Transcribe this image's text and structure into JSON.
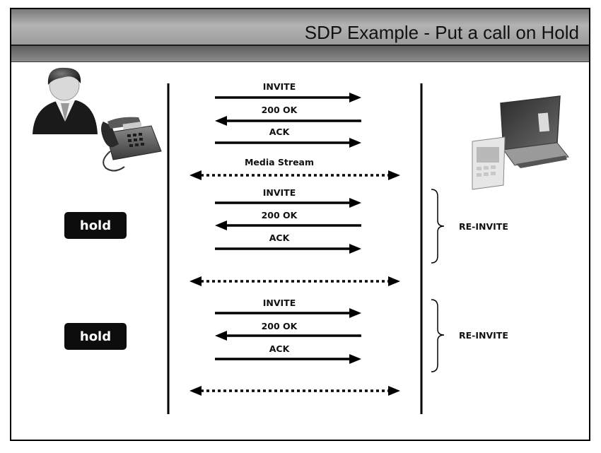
{
  "title": "SDP Example  - Put a call on Hold",
  "colors": {
    "header": "#9e9e9e",
    "subheader": "#6e6e6e",
    "hold_badge": "#0d0d0d",
    "line": "#000000"
  },
  "participants": {
    "left": {
      "icons": [
        "user-icon",
        "phone-icon"
      ]
    },
    "right": {
      "icons": [
        "laptop-icon"
      ]
    }
  },
  "hold_badges": [
    "hold",
    "hold"
  ],
  "messages": [
    {
      "label": "INVITE",
      "direction": "right"
    },
    {
      "label": "200 OK",
      "direction": "left"
    },
    {
      "label": "ACK",
      "direction": "right"
    },
    {
      "label": "Media Stream",
      "direction": "both",
      "style": "dotted"
    },
    {
      "label": "INVITE",
      "direction": "right"
    },
    {
      "label": "200 OK",
      "direction": "left"
    },
    {
      "label": "ACK",
      "direction": "right"
    },
    {
      "label": "",
      "direction": "both",
      "style": "dotted"
    },
    {
      "label": "INVITE",
      "direction": "right"
    },
    {
      "label": "200 OK",
      "direction": "left"
    },
    {
      "label": "ACK",
      "direction": "right"
    },
    {
      "label": "",
      "direction": "both",
      "style": "dotted"
    }
  ],
  "brace_labels": [
    "RE-INVITE",
    "RE-INVITE"
  ]
}
